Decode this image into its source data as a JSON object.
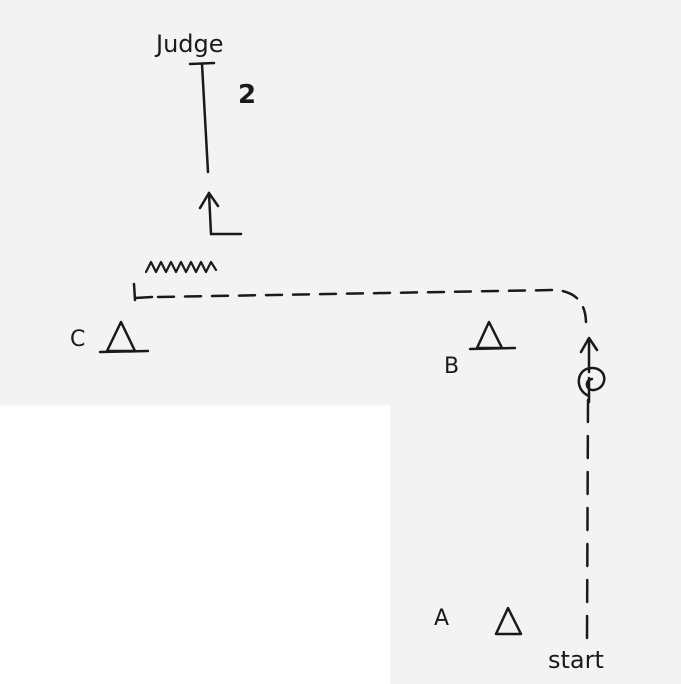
{
  "diagram": {
    "labels": {
      "judge": "Judge",
      "judge_mark": "2",
      "cone_a": "A",
      "cone_b": "B",
      "cone_c": "C",
      "start": "start"
    },
    "colors": {
      "background": "#ffffff",
      "paper_grain": "#f3f3f3",
      "ink": "#1a1a1a"
    },
    "icons": {
      "cone": "triangle-cone-icon",
      "arrow": "arrow-up-icon",
      "circle_turn": "circle-turn-icon",
      "zigzag": "zigzag-icon"
    }
  }
}
